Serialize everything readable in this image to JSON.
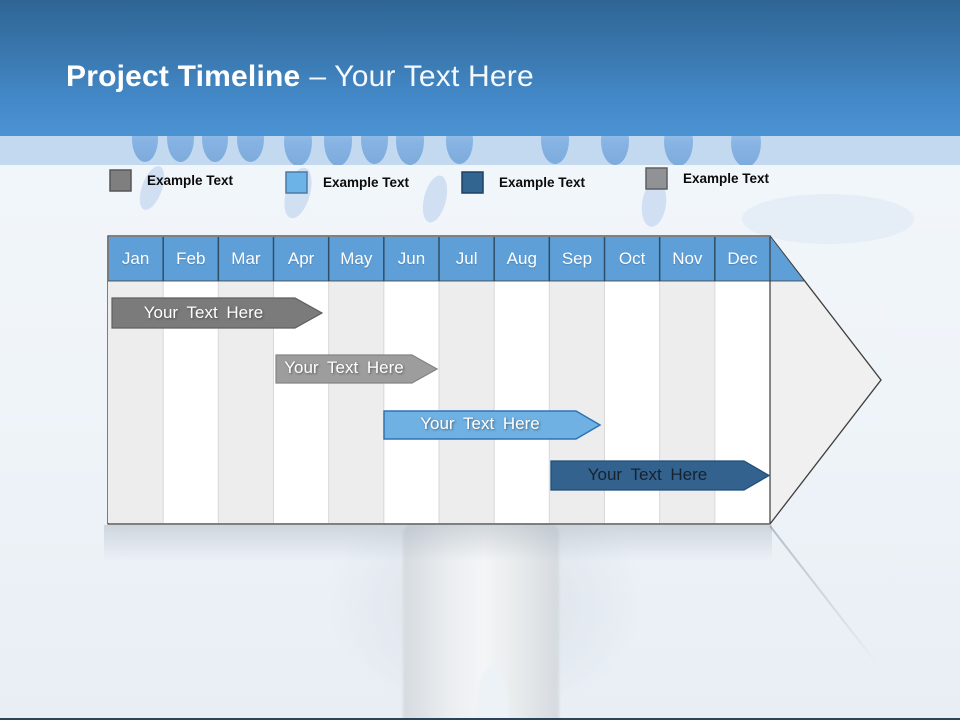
{
  "title": {
    "bold": "Project Timeline",
    "rest": "– Your Text Here"
  },
  "legend": {
    "items": [
      {
        "label": "Example Text",
        "color": "#7f7f7f"
      },
      {
        "label": "Example Text",
        "color": "#6cb4e8"
      },
      {
        "label": "Example Text",
        "color": "#32658f"
      },
      {
        "label": "Example Text",
        "color": "#919295"
      }
    ]
  },
  "timeline": {
    "months": [
      "Jan",
      "Feb",
      "Mar",
      "Apr",
      "May",
      "Jun",
      "Jul",
      "Aug",
      "Sep",
      "Oct",
      "Nov",
      "Dec"
    ],
    "header_fill": "#5f9fd7",
    "stripe_fill": "#ededed",
    "body_fill": "#ffffff",
    "arrow_fill": "#f0f0f0",
    "bars": [
      {
        "label": "Your Text Here",
        "fill": "#7b7b7b",
        "text_color": "#ffffff",
        "start": "Jan",
        "end": "Apr"
      },
      {
        "label": "Your Text Here",
        "fill": "#9d9d9d",
        "text_color": "#ffffff",
        "start": "Apr",
        "end": "Jun"
      },
      {
        "label": "Your Text Here",
        "fill": "#6fb1e3",
        "text_color": "#ffffff",
        "start": "Jun",
        "end": "Sep"
      },
      {
        "label": "Your Text Here",
        "fill": "#33628f",
        "text_color": "#16222e",
        "start": "Oct",
        "end": "Dec"
      }
    ]
  }
}
